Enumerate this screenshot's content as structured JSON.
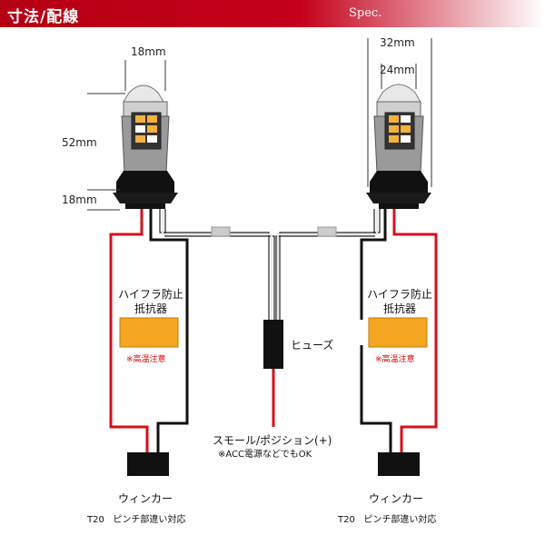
{
  "header": {
    "title": "寸法/配線",
    "spec": "Spec."
  },
  "dimensions": {
    "left_width": "18mm",
    "left_height": "52mm",
    "left_base": "18mm",
    "right_outer": "32mm",
    "right_inner": "24mm"
  },
  "resistor": {
    "label_line1": "ハイフラ防止",
    "label_line2": "抵抗器",
    "warning": "※高温注意"
  },
  "fuse_label": "ヒューズ",
  "small_light": {
    "label": "スモール/ポジション(+)",
    "note": "※ACC電源などでもOK"
  },
  "winker": {
    "label": "ウィンカー",
    "caption_prefix": "T20",
    "caption_text": "ピンチ部違い対応"
  },
  "colors": {
    "header": "#c4001a",
    "red_wire": "#d6101a",
    "black_wire": "#111111",
    "resistor": "#f5a623",
    "led": "#f4b13c"
  }
}
